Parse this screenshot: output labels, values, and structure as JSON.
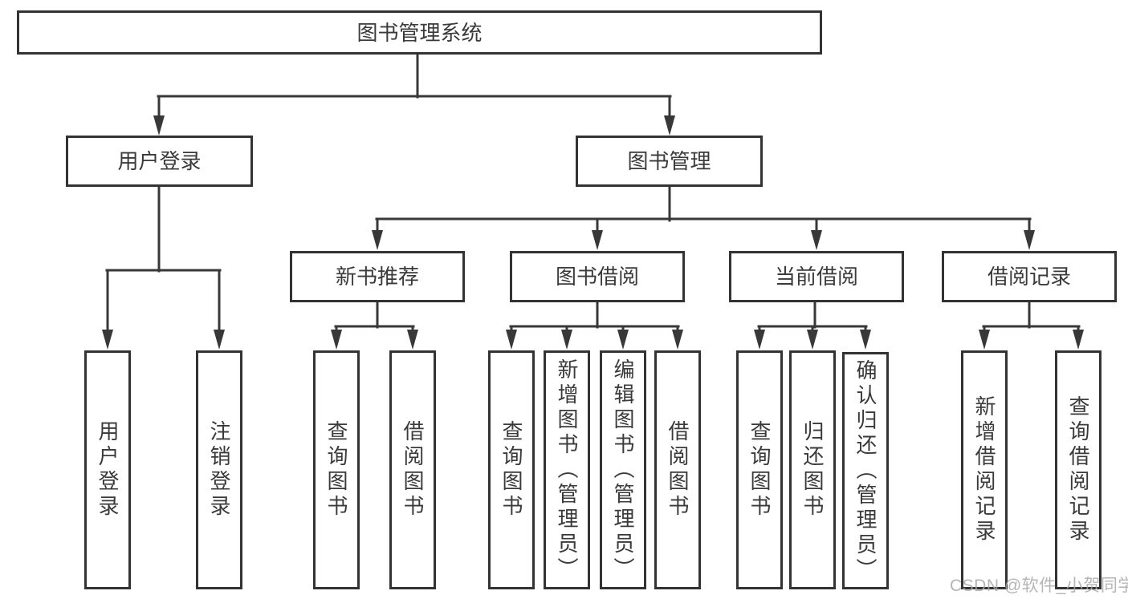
{
  "tree": {
    "root": {
      "label": "图书管理系统"
    },
    "branches": [
      {
        "label": "用户登录",
        "leaves": [
          {
            "label": "用户登录"
          },
          {
            "label": "注销登录"
          }
        ]
      },
      {
        "label": "图书管理",
        "groups": [
          {
            "label": "新书推荐",
            "leaves": [
              {
                "label": "查询图书"
              },
              {
                "label": "借阅图书"
              }
            ]
          },
          {
            "label": "图书借阅",
            "leaves": [
              {
                "label": "查询图书"
              },
              {
                "label": "新增图书（管理员）"
              },
              {
                "label": "编辑图书（管理员）"
              },
              {
                "label": "借阅图书"
              }
            ]
          },
          {
            "label": "当前借阅",
            "leaves": [
              {
                "label": "查询图书"
              },
              {
                "label": "归还图书"
              },
              {
                "label": "确认归还（管理员）"
              }
            ]
          },
          {
            "label": "借阅记录",
            "leaves": [
              {
                "label": "新增借阅记录"
              },
              {
                "label": "查询借阅记录"
              }
            ]
          }
        ]
      }
    ]
  },
  "watermark": {
    "text": "CSDN @软件_小贺同学"
  },
  "colors": {
    "line": "#383838",
    "box_border": "#333333",
    "text": "#3a3a3a",
    "watermark": "#a8a8a8",
    "background": "#ffffff"
  }
}
